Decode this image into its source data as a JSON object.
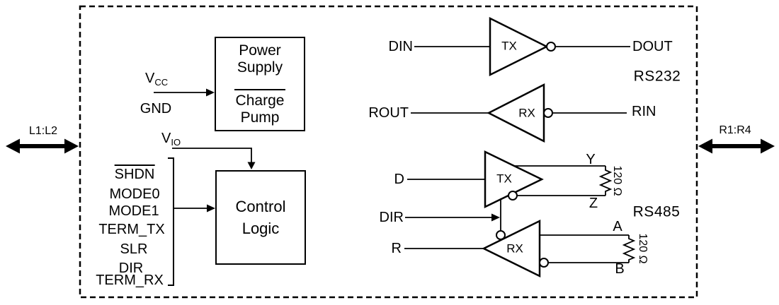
{
  "colors": {
    "stroke": "#000000",
    "background": "#ffffff"
  },
  "ports": {
    "left": "L1:L2",
    "right": "R1:R4"
  },
  "power_box": {
    "line1": "Power",
    "line2": "Supply",
    "line3": "Charge",
    "line4": "Pump"
  },
  "control_box": {
    "line1": "Control",
    "line2": "Logic"
  },
  "supply": {
    "vcc_base": "V",
    "vcc_sub": "CC",
    "gnd": "GND",
    "vio_base": "V",
    "vio_sub": "IO"
  },
  "control_pins": [
    "SHDN",
    "MODE0",
    "MODE1",
    "TERM_TX",
    "SLR",
    "DIR",
    "TERM_RX"
  ],
  "rs232": {
    "section_label": "RS232",
    "tx_gate": "TX",
    "din": "DIN",
    "dout": "DOUT",
    "rx_gate": "RX",
    "rout": "ROUT",
    "rin": "RIN"
  },
  "rs485": {
    "section_label": "RS485",
    "tx_gate": "TX",
    "d": "D",
    "y": "Y",
    "z": "Z",
    "dir": "DIR",
    "rx_gate": "RX",
    "r": "R",
    "a": "A",
    "b": "B",
    "term_top": "120 Ω",
    "term_bottom": "120 Ω"
  }
}
